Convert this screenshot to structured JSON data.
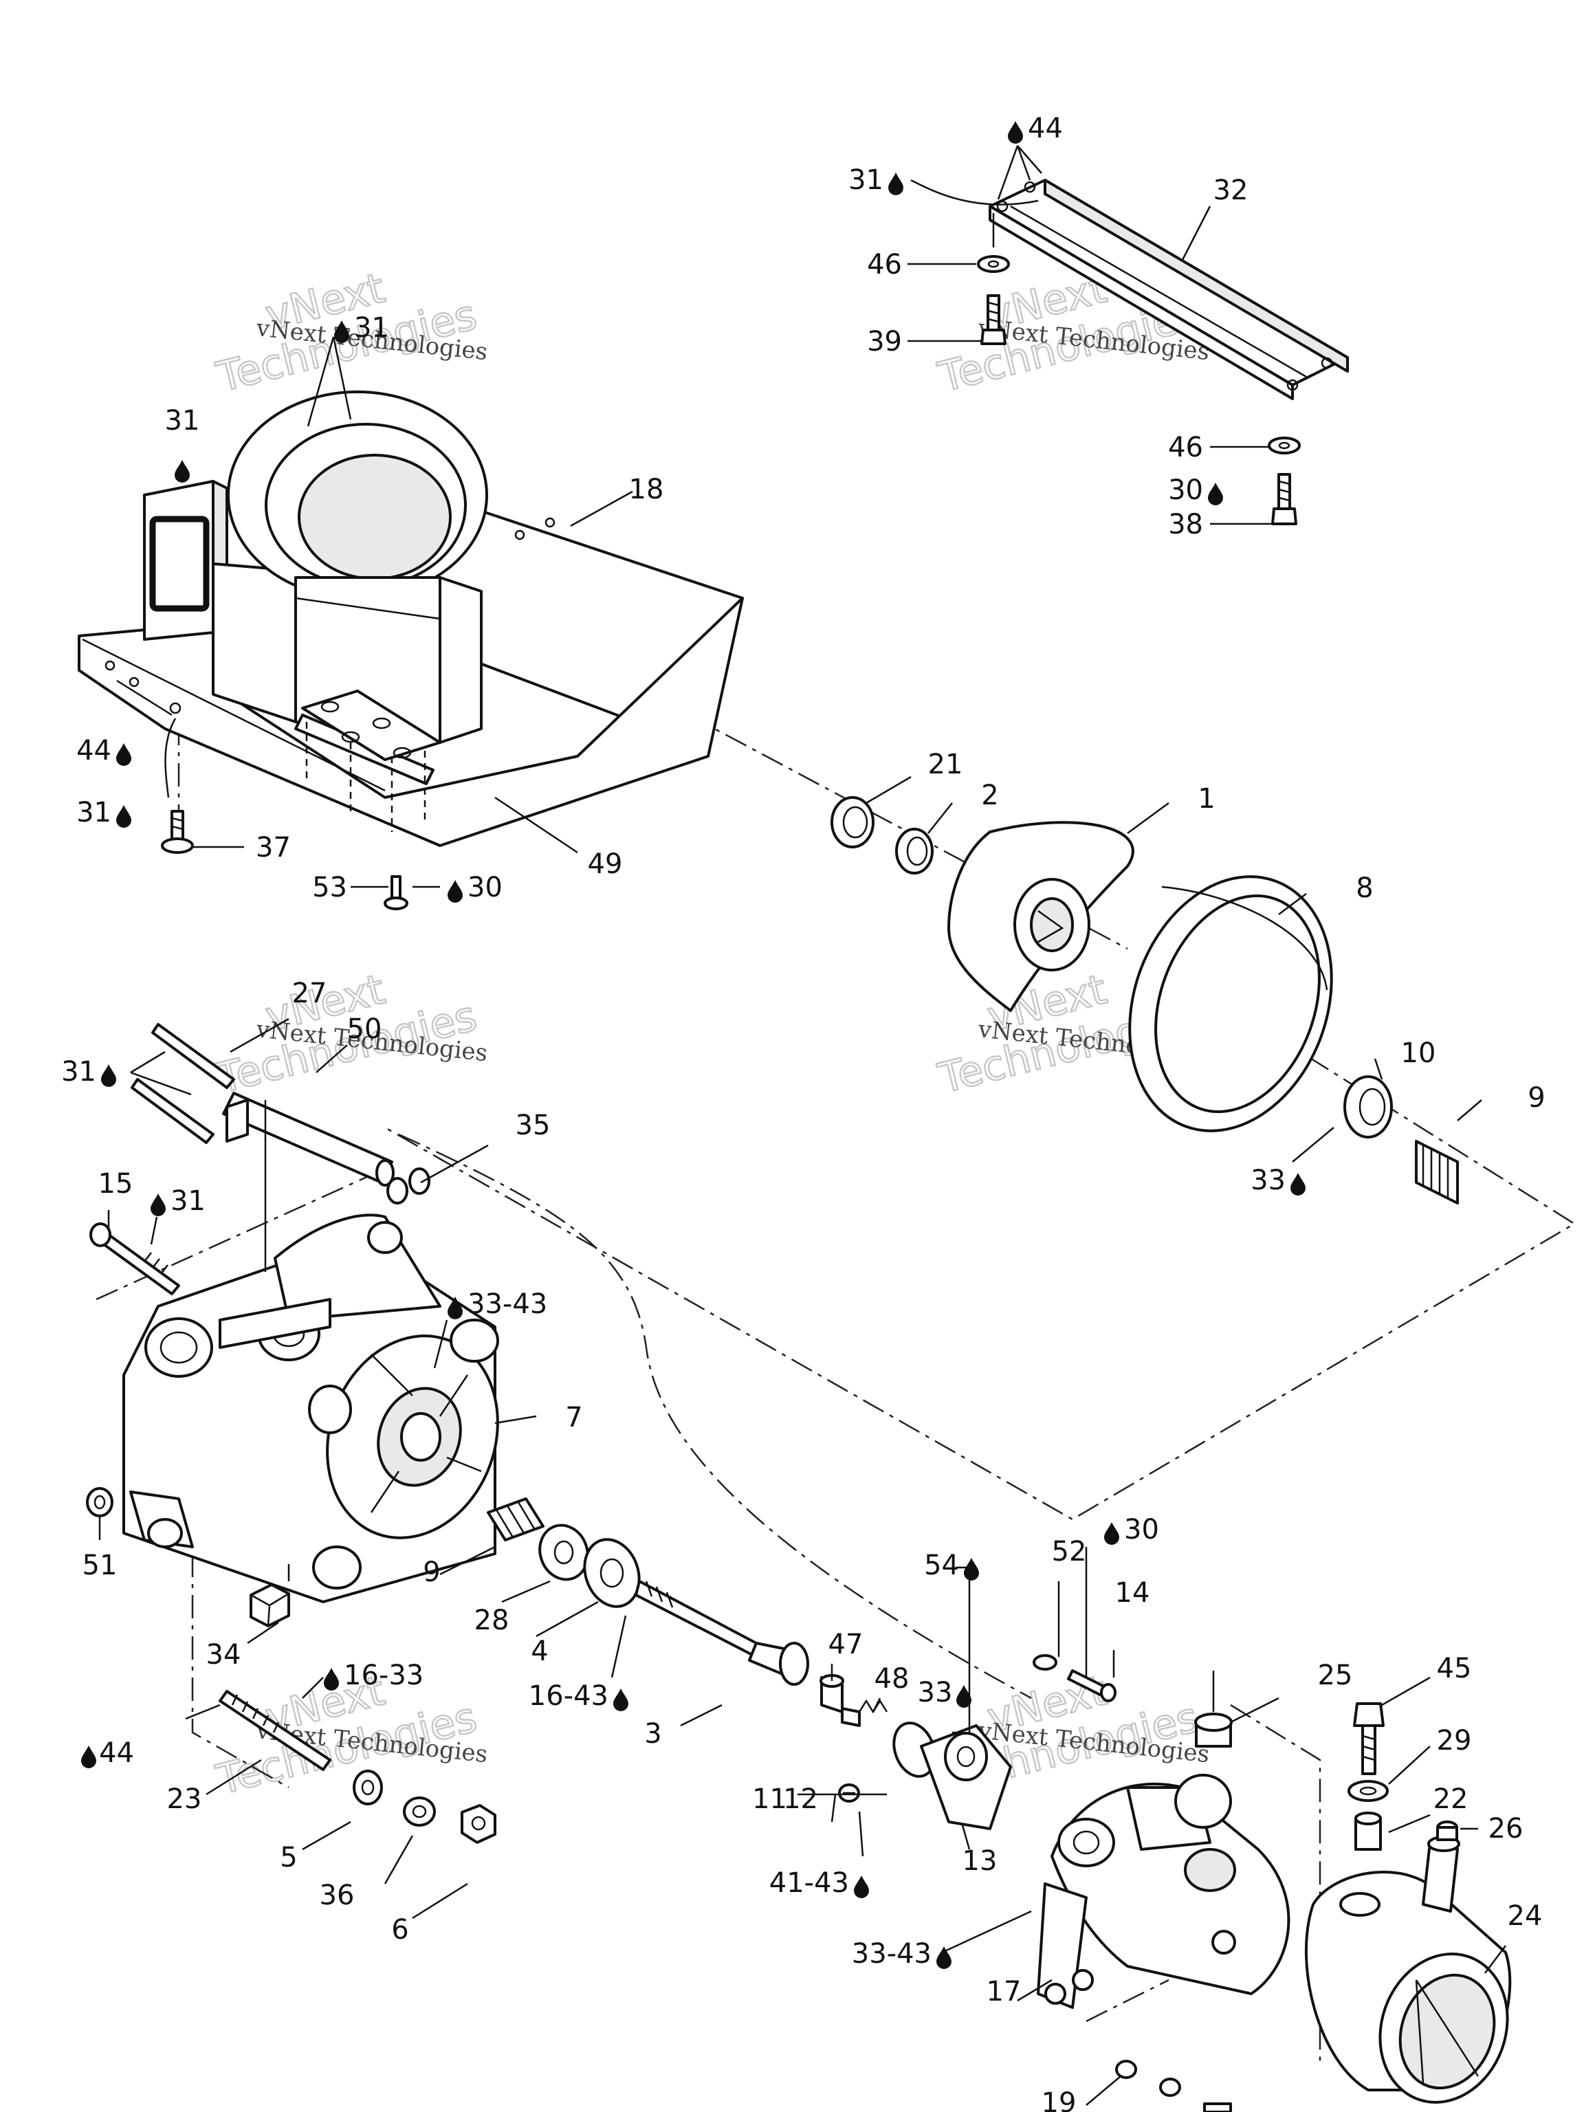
{
  "watermark": {
    "line1": "vNext",
    "line2": "Technologies",
    "small": "vNext Technologies"
  },
  "colors": {
    "ink": "#111111",
    "paper": "#ffffff",
    "watermark": "#c8c8c8"
  },
  "icons": {
    "lubricant": "drop-icon"
  },
  "callouts": [
    {
      "id": "c44a",
      "text": "44"
    },
    {
      "id": "c31a",
      "text": "31"
    },
    {
      "id": "c32",
      "text": "32"
    },
    {
      "id": "c46a",
      "text": "46"
    },
    {
      "id": "c39",
      "text": "39"
    },
    {
      "id": "c46b",
      "text": "46"
    },
    {
      "id": "c30a",
      "text": "30"
    },
    {
      "id": "c38",
      "text": "38"
    },
    {
      "id": "c31b",
      "text": "31"
    },
    {
      "id": "c31c",
      "text": "31"
    },
    {
      "id": "c18",
      "text": "18"
    },
    {
      "id": "c44b",
      "text": "44"
    },
    {
      "id": "c31d",
      "text": "31"
    },
    {
      "id": "c37",
      "text": "37"
    },
    {
      "id": "c53",
      "text": "53"
    },
    {
      "id": "c30b",
      "text": "30"
    },
    {
      "id": "c49",
      "text": "49"
    },
    {
      "id": "c21",
      "text": "21"
    },
    {
      "id": "c2",
      "text": "2"
    },
    {
      "id": "c1",
      "text": "1"
    },
    {
      "id": "c8",
      "text": "8"
    },
    {
      "id": "c27",
      "text": "27"
    },
    {
      "id": "c50",
      "text": "50"
    },
    {
      "id": "c31e",
      "text": "31"
    },
    {
      "id": "c35",
      "text": "35"
    },
    {
      "id": "c10",
      "text": "10"
    },
    {
      "id": "c9a",
      "text": "9"
    },
    {
      "id": "c33a",
      "text": "33"
    },
    {
      "id": "c15",
      "text": "15"
    },
    {
      "id": "c31f",
      "text": "31"
    },
    {
      "id": "c3343a",
      "text": "33-43"
    },
    {
      "id": "c7",
      "text": "7"
    },
    {
      "id": "c51",
      "text": "51"
    },
    {
      "id": "c9b",
      "text": "9"
    },
    {
      "id": "c28",
      "text": "28"
    },
    {
      "id": "c34",
      "text": "34"
    },
    {
      "id": "c4",
      "text": "4"
    },
    {
      "id": "c1643a",
      "text": "16-43"
    },
    {
      "id": "c1633",
      "text": "16-33"
    },
    {
      "id": "c44c",
      "text": "44"
    },
    {
      "id": "c23",
      "text": "23"
    },
    {
      "id": "c5",
      "text": "5"
    },
    {
      "id": "c36",
      "text": "36"
    },
    {
      "id": "c6",
      "text": "6"
    },
    {
      "id": "c3",
      "text": "3"
    },
    {
      "id": "c47",
      "text": "47"
    },
    {
      "id": "c48",
      "text": "48"
    },
    {
      "id": "c54",
      "text": "54"
    },
    {
      "id": "c52",
      "text": "52"
    },
    {
      "id": "c30c",
      "text": "30"
    },
    {
      "id": "c14",
      "text": "14"
    },
    {
      "id": "c33b",
      "text": "33"
    },
    {
      "id": "c11",
      "text": "11"
    },
    {
      "id": "c12",
      "text": "12"
    },
    {
      "id": "c4143",
      "text": "41-43"
    },
    {
      "id": "c13",
      "text": "13"
    },
    {
      "id": "c25",
      "text": "25"
    },
    {
      "id": "c45",
      "text": "45"
    },
    {
      "id": "c29",
      "text": "29"
    },
    {
      "id": "c22",
      "text": "22"
    },
    {
      "id": "c26",
      "text": "26"
    },
    {
      "id": "c24",
      "text": "24"
    },
    {
      "id": "c3343b",
      "text": "33-43"
    },
    {
      "id": "c17",
      "text": "17"
    },
    {
      "id": "c19",
      "text": "19"
    }
  ]
}
